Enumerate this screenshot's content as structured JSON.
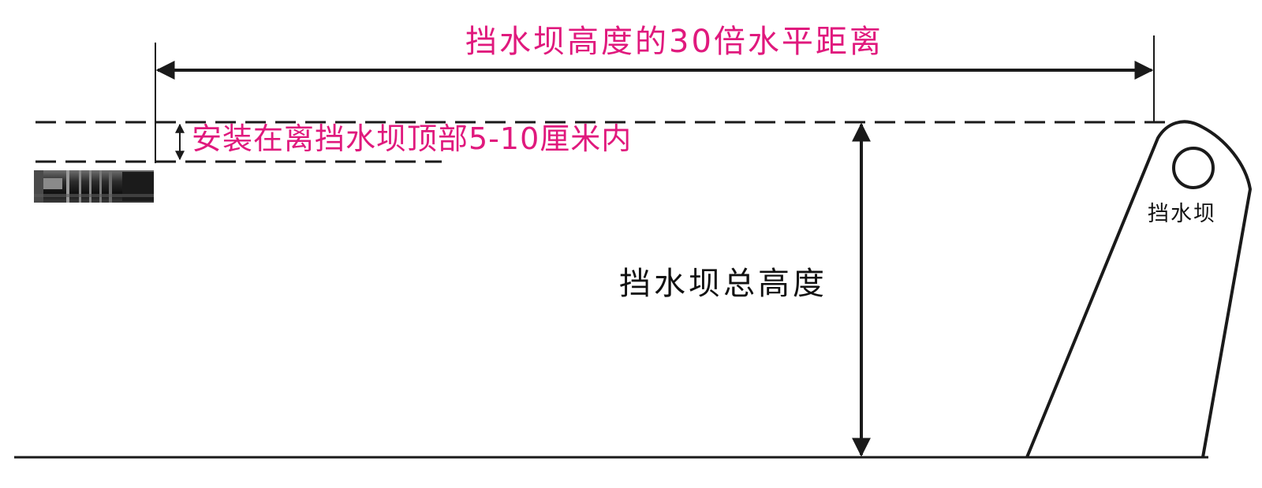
{
  "labels": {
    "width_label": "挡水坝高度的30倍水平距离",
    "install_label": "安装在离挡水坝顶部5-10厘米内",
    "height_label": "挡水坝总高度",
    "dam_label": "挡水坝"
  },
  "icons": {
    "sensor": "ultrasonic-sensor-icon",
    "dam": "dam-gate-icon"
  },
  "colors": {
    "accent": "#e0197d",
    "line": "#1a1a1a",
    "text": "#111111"
  }
}
